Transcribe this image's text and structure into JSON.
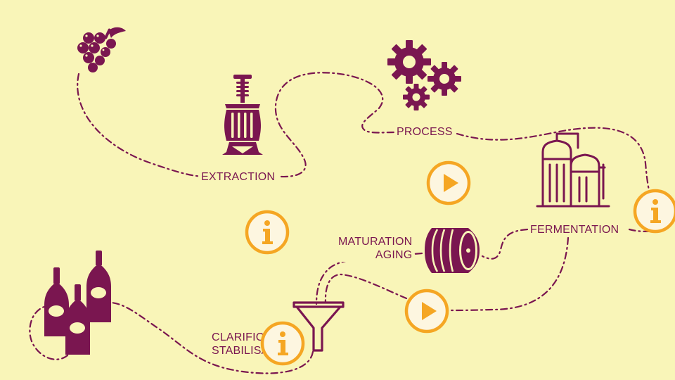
{
  "labels": {
    "extraction": "EXTRACTION",
    "process": "PROCESS",
    "fermentation": "FERMENTATION",
    "maturation_line1": "MATURATION",
    "maturation_line2": "AGING",
    "clarification_line1": "CLARIFICATION",
    "clarification_line2": "STABILISATION"
  },
  "icons": {
    "grapes": "grapes-icon",
    "press": "wine-press-icon",
    "gears": "gears-icon",
    "tanks": "fermentation-tanks-icon",
    "barrel": "barrel-icon",
    "funnel": "funnel-icon",
    "bottles": "wine-bottles-icon",
    "info": "info-icon",
    "play": "play-icon"
  },
  "colors": {
    "background": "#f9f5b8",
    "wine": "#7a1650",
    "hotspot_orange": "#f5a623",
    "hotspot_fill": "#fdf6e0"
  }
}
